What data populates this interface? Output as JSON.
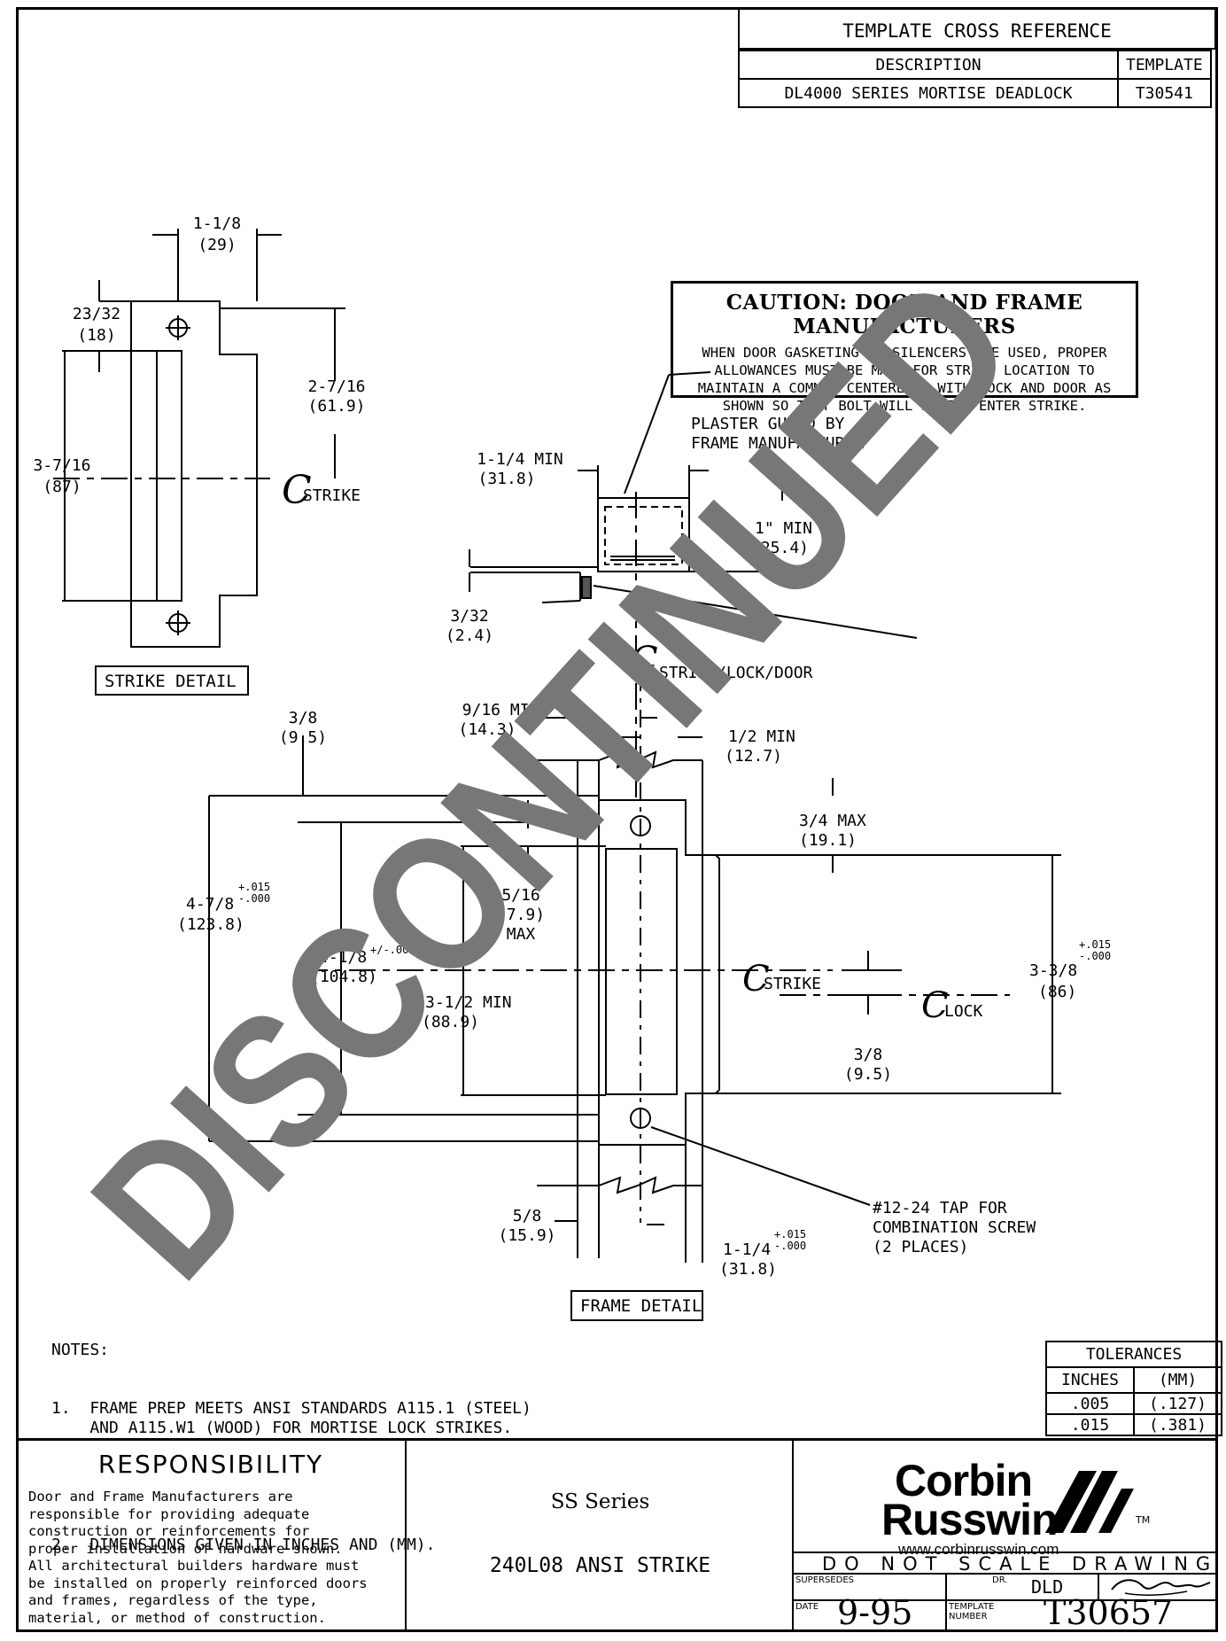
{
  "xref": {
    "title": "TEMPLATE CROSS REFERENCE",
    "col_description": "DESCRIPTION",
    "col_template": "TEMPLATE",
    "row_description": "DL4000 SERIES MORTISE DEADLOCK",
    "row_template": "T30541"
  },
  "caution": {
    "heading": "CAUTION:  DOOR AND FRAME MANUFACTURERS",
    "line1": "WHEN DOOR GASKETING OR SILENCERS ARE USED, PROPER",
    "line2": "ALLOWANCES MUST BE MADE FOR STRIKE LOCATION TO",
    "line3": "MAINTAIN A COMMON CENTERLINE WITH LOCK AND DOOR AS",
    "line4": "SHOWN SO THAT BOLT WILL FREELY ENTER STRIKE."
  },
  "strike_detail": {
    "label": "STRIKE DETAIL",
    "dim_width_in": "1-1/8",
    "dim_width_mm": "(29)",
    "dim_top_in": "23/32",
    "dim_top_mm": "(18)",
    "dim_height_in": "3-7/16",
    "dim_height_mm": "(87)",
    "dim_center_in": "2-7/16",
    "dim_center_mm": "(61.9)",
    "cl_strike": "STRIKE"
  },
  "plaster_guard": {
    "label1": "PLASTER GUARD BY",
    "label2": "FRAME MANUFACTURER",
    "dim_width_in": "1-1/4 MIN",
    "dim_width_mm": "(31.8)",
    "dim_depth_in": "1\" MIN",
    "dim_depth_mm": "(25.4)",
    "dim_offset_in": "3/32",
    "dim_offset_mm": "(2.4)",
    "cl_label": "STRIKE/LOCK/DOOR"
  },
  "frame_detail": {
    "label": "FRAME DETAIL",
    "d1_in": "3/8",
    "d1_mm": "(9.5)",
    "d2_in": "9/16 MIN",
    "d2_mm": "(14.3)",
    "d3_in": "1/2 MIN",
    "d3_mm": "(12.7)",
    "d4_in": "3/4 MAX",
    "d4_mm": "(19.1)",
    "d5_in": "4-7/8",
    "d5_tol": "+.015\n-.000",
    "d5_mm": "(123.8)",
    "d6_in": "5/16",
    "d6_mm": "(7.9)",
    "d6_max": "MAX",
    "d7_in": "4-1/8",
    "d7_tol": "+/-.005",
    "d7_mm": "(104.8)",
    "d8_in": "3-1/2 MIN",
    "d8_mm": "(88.9)",
    "d9_in": "3-3/8",
    "d9_tol": "+.015\n-.000",
    "d9_mm": "(86)",
    "d10_in": "3/8",
    "d10_mm": "(9.5)",
    "d11_in": "5/8",
    "d11_mm": "(15.9)",
    "d12_in": "1-1/4",
    "d12_tol": "+.015\n-.000",
    "d12_mm": "(31.8)",
    "cl_strike": "STRIKE",
    "cl_lock": "LOCK",
    "tap1": "#12-24 TAP FOR",
    "tap2": "COMBINATION SCREW",
    "tap3": "(2 PLACES)"
  },
  "notes": {
    "title": "NOTES:",
    "n1": "1.  FRAME PREP MEETS ANSI STANDARDS A115.1 (STEEL)\n    AND A115.W1 (WOOD) FOR MORTISE LOCK STRIKES.",
    "n2": "2.  DIMENSIONS GIVEN IN INCHES AND (MM)."
  },
  "tolerances": {
    "title": "TOLERANCES",
    "col_in": "INCHES",
    "col_mm": "(MM)",
    "r1_in": ".005",
    "r1_mm": "(.127)",
    "r2_in": ".015",
    "r2_mm": "(.381)"
  },
  "title_block": {
    "resp_title": "RESPONSIBILITY",
    "resp_text": "Door and Frame Manufacturers are\nresponsible for providing adequate\nconstruction or reinforcements for\nproper installation of hardware shown.\nAll architectural builders hardware must\nbe installed on properly reinforced doors\nand frames, regardless of the type,\nmaterial, or method of construction.",
    "series": "SS Series",
    "product": "240L08 ANSI STRIKE",
    "brand1": "Corbin",
    "brand2": "Russwin",
    "tm": "TM",
    "url": "www.corbinrusswin.com",
    "do_not_scale": "DO NOT SCALE DRAWING",
    "supersedes_label": "SUPERSEDES",
    "dr_label": "DR.",
    "dr_value": "DLD",
    "date_label": "DATE",
    "date_value": "9-95",
    "template_label": "TEMPLATE\nNUMBER",
    "template_value": "T30657"
  },
  "watermark": "DISCONTINUED"
}
